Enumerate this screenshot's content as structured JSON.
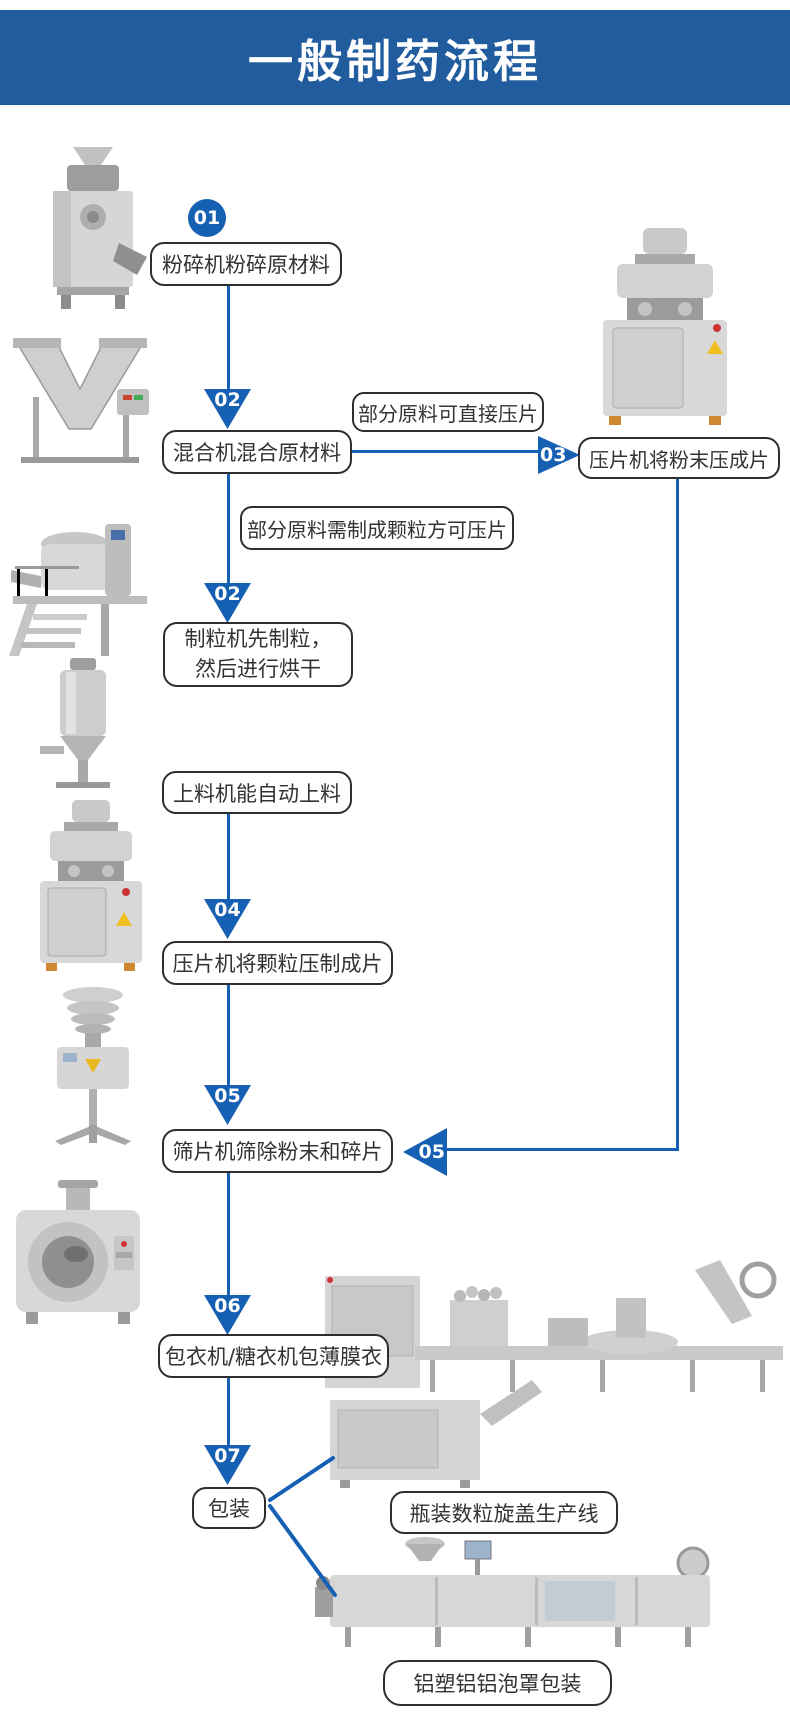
{
  "colors": {
    "header_bg": "#215c9e",
    "accent": "#1560b2",
    "box_border": "#2e2e2e",
    "text": "#333333"
  },
  "header": {
    "title": "一般制药流程"
  },
  "flow": {
    "badge_01": "01",
    "label_crush": "粉碎机粉碎原材料",
    "badge_02a": "02",
    "label_mix": "混合机混合原材料",
    "note_direct_press": "部分原料可直接压片",
    "badge_03": "03",
    "label_powder_press": "压片机将粉末压成片",
    "note_need_granule": "部分原料需制成颗粒方可压片",
    "badge_02b": "02",
    "label_granulate_1": "制粒机先制粒，",
    "label_granulate_2": "然后进行烘干",
    "label_feeder": "上料机能自动上料",
    "badge_04": "04",
    "label_granule_press": "压片机将颗粒压制成片",
    "badge_05a": "05",
    "label_sieve": "筛片机筛除粉末和碎片",
    "badge_05b": "05",
    "badge_06": "06",
    "label_coating": "包衣机/糖衣机包薄膜衣",
    "badge_07": "07",
    "label_packaging": "包装",
    "label_bottle_line": "瓶装数粒旋盖生产线",
    "label_blister_line": "铝塑铝铝泡罩包装"
  }
}
